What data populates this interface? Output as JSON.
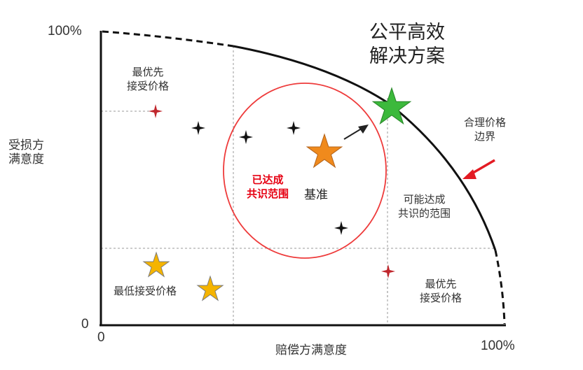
{
  "title": [
    "公平高效",
    "解决方案"
  ],
  "axes": {
    "y_label": [
      "受损方",
      "满意度"
    ],
    "x_label": "赔偿方满意度",
    "y_max": "100%",
    "x_max": "100%",
    "x_origin": "0",
    "y_origin": "0"
  },
  "labels": {
    "boundary": [
      "合理价格",
      "边界"
    ],
    "reached": [
      "已达成",
      "共识范围"
    ],
    "baseline": "基准",
    "possible": [
      "可能达成",
      "共识的范围"
    ],
    "best_top": [
      "最优先",
      "接受价格"
    ],
    "best_bottom": [
      "最优先",
      "接受价格"
    ],
    "lowest": "最低接受价格"
  },
  "colors": {
    "boundary_line": "#111111",
    "circle": "#ee3b3b",
    "red_text": "#e60012",
    "green_star": "#3cb93c",
    "orange_star": "#f08a1c",
    "yellow_star": "#f5b400",
    "red_marker": "#c0272d",
    "arrow_red": "#e31b23"
  }
}
